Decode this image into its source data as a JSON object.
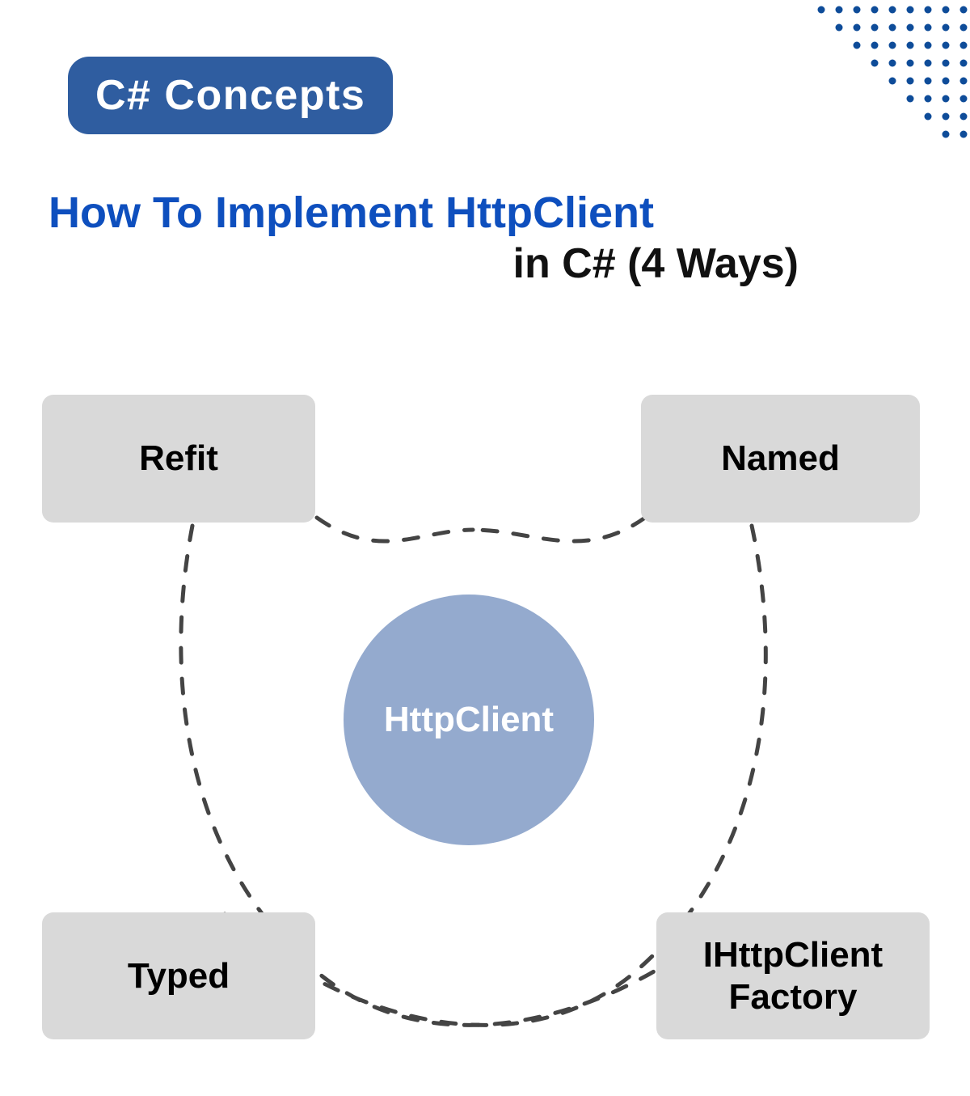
{
  "badge": {
    "label": "C# Concepts",
    "background_color": "#2F5DA0",
    "text_color": "#FFFFFF"
  },
  "headline": {
    "line1": "How To Implement HttpClient",
    "line2": "in C# (4 Ways)",
    "line1_color": "#0E4FBE",
    "line2_color": "#111111"
  },
  "decoration": {
    "dot_grid": {
      "name": "dot-grid-decoration",
      "color": "#0E4C99",
      "rows": 9,
      "columns": 9,
      "dot_diameter": 9,
      "spacing": 22
    }
  },
  "diagram": {
    "type": "hub-and-spoke",
    "center": {
      "label": "HttpClient",
      "fill_color": "#94AACE",
      "text_color": "#FFFFFF"
    },
    "connector": {
      "style": "dashed",
      "color": "#444444",
      "width": 5,
      "dash": "18 20"
    },
    "nodes": [
      {
        "id": "refit",
        "label": "Refit",
        "position": "top-left"
      },
      {
        "id": "named",
        "label": "Named",
        "position": "top-right"
      },
      {
        "id": "typed",
        "label": "Typed",
        "position": "bottom-left"
      },
      {
        "id": "ihttpfactory",
        "label": "IHttpClient\nFactory",
        "position": "bottom-right"
      }
    ],
    "node_style": {
      "fill_color": "#D9D9D9",
      "text_color": "#000000",
      "corner_radius": 14
    }
  }
}
